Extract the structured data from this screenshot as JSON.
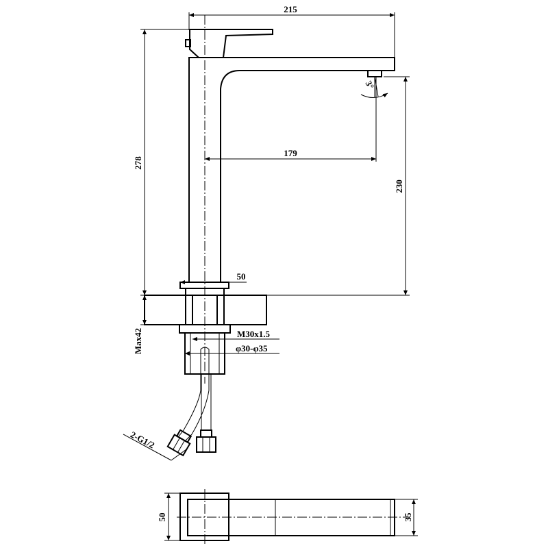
{
  "dimensions": {
    "overall_width": "215",
    "overall_height": "278",
    "spout_reach": "179",
    "spout_height": "230",
    "base_diameter": "50",
    "spout_angle": "3°",
    "max_counter_thickness": "Max42",
    "thread": "M30x1.5",
    "hole_diameter": "φ30-φ35",
    "hose_connection": "2-G1/2",
    "plan_base_width": "50",
    "plan_spout_width": "35"
  },
  "colors": {
    "line": "#000000",
    "background": "#ffffff",
    "hatch": "#000000"
  }
}
